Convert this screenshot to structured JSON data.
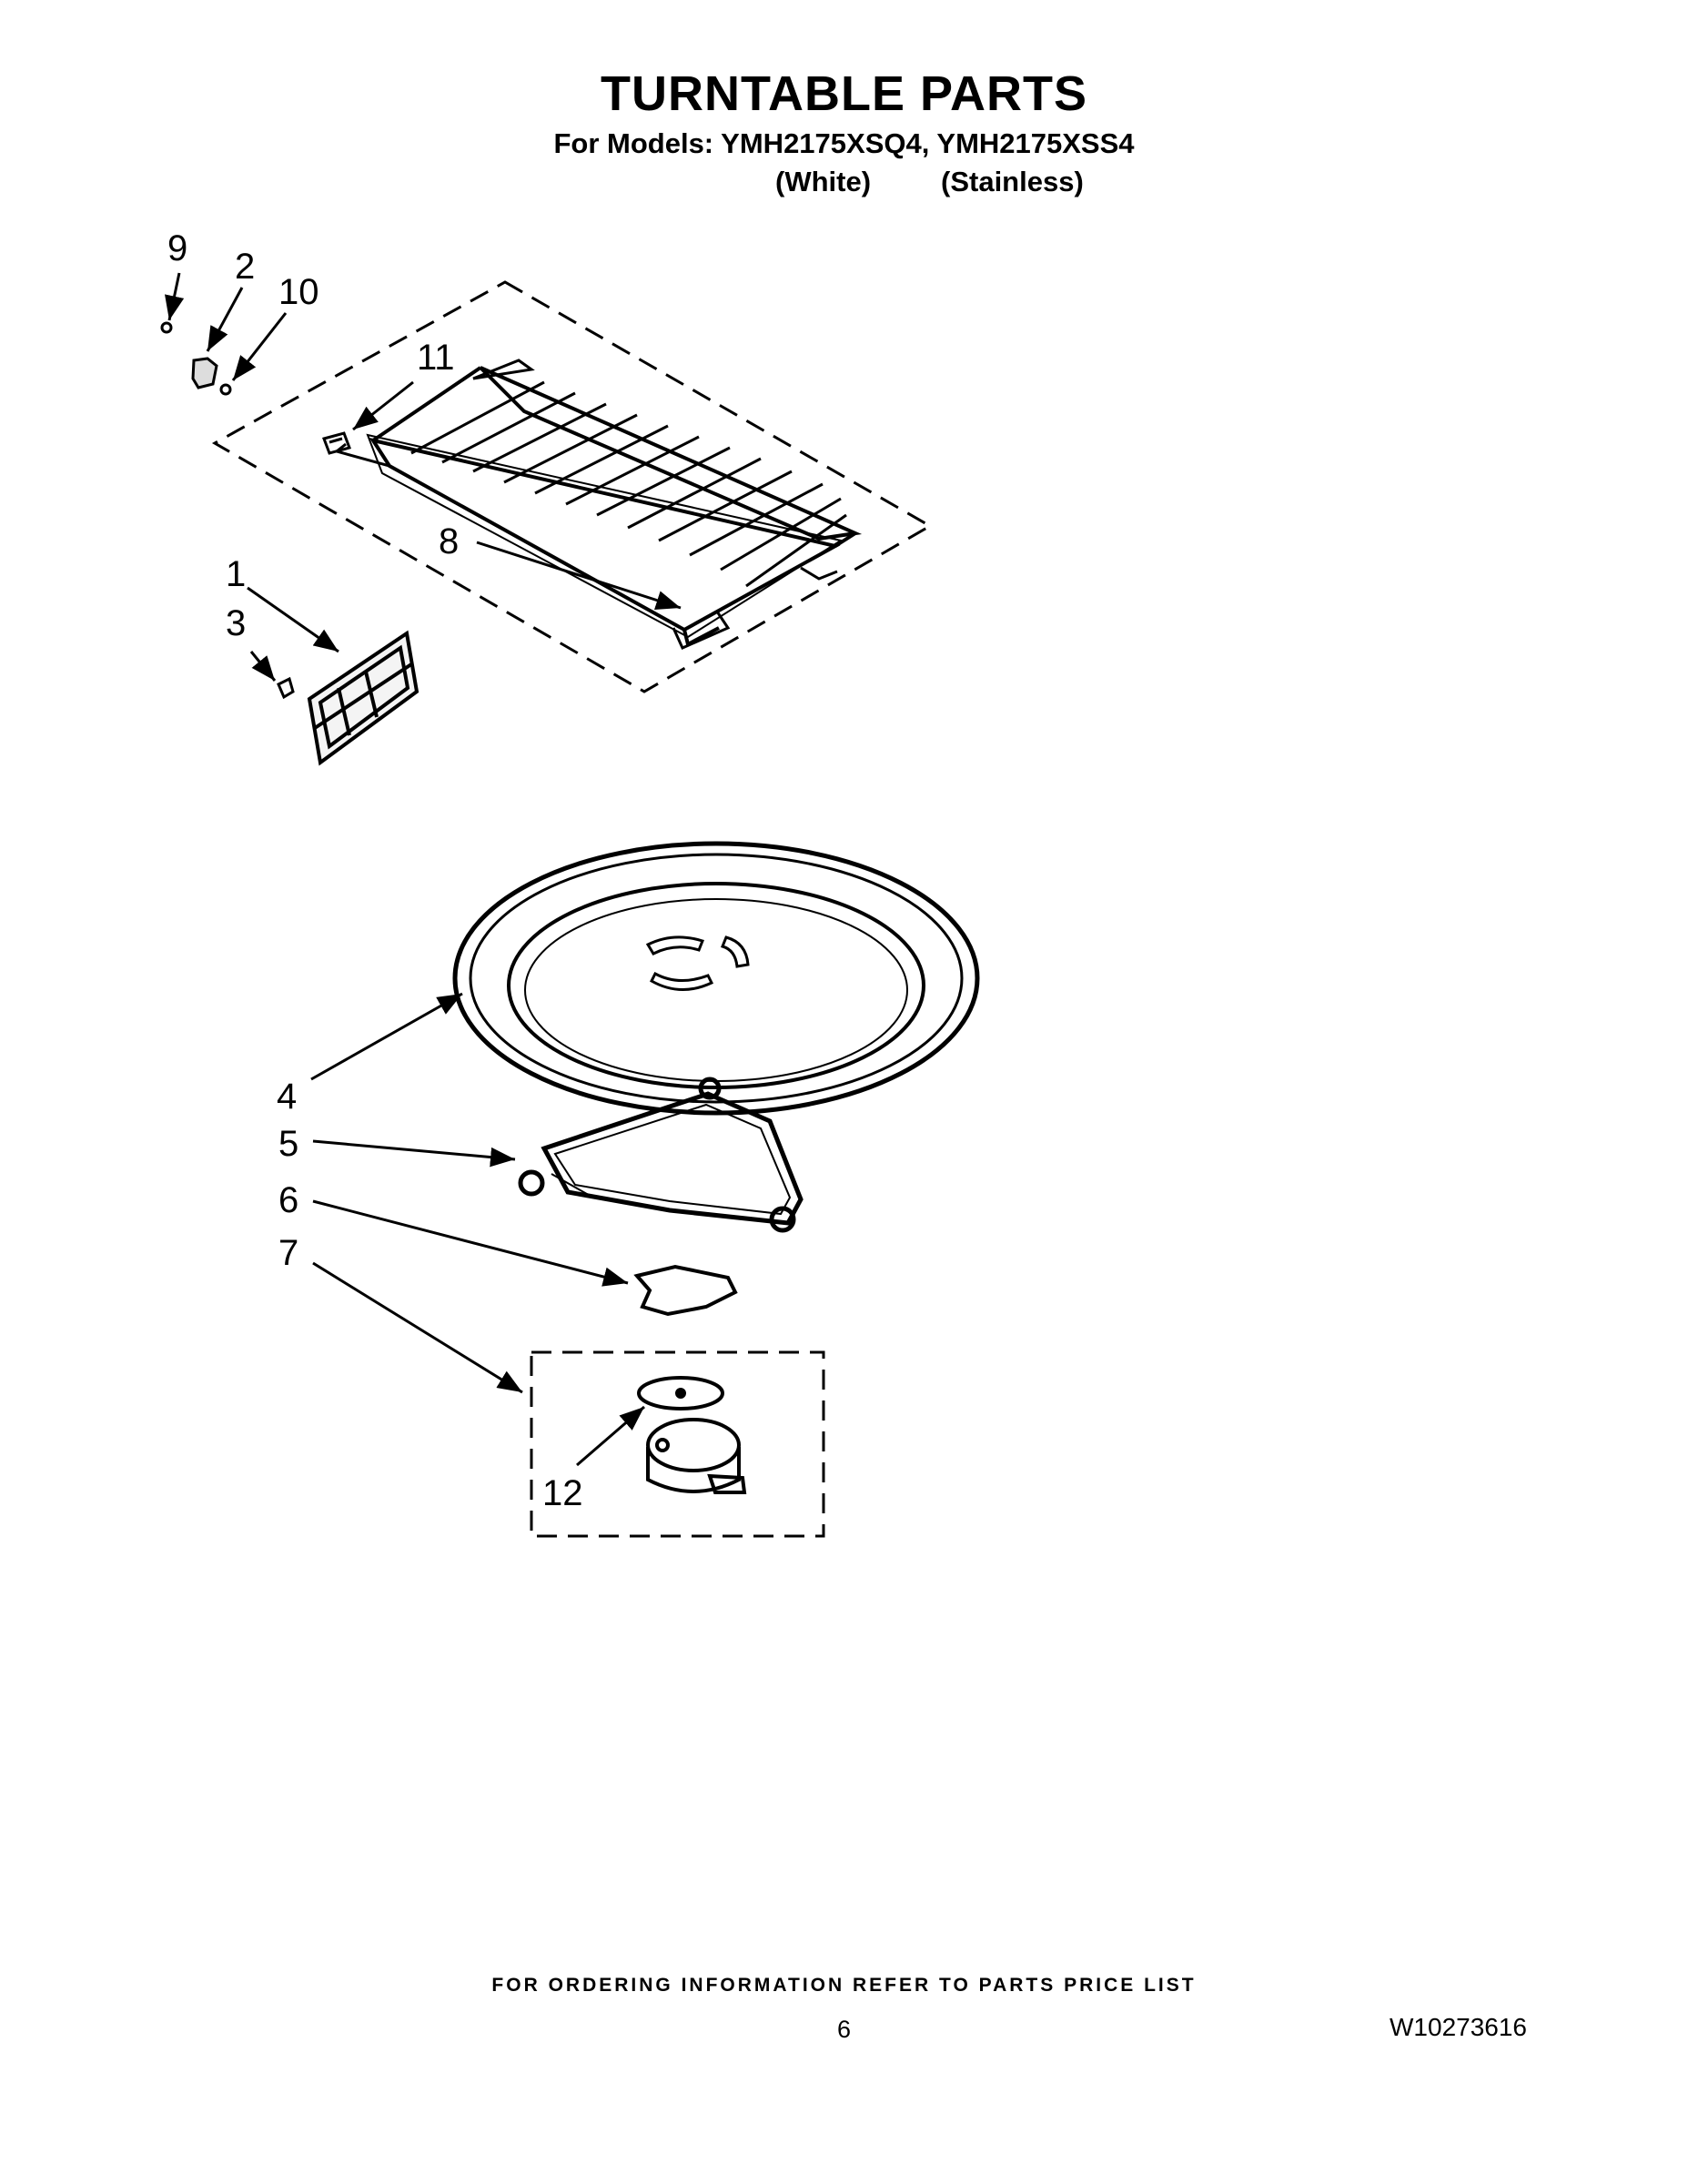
{
  "header": {
    "title": "TURNTABLE PARTS",
    "models_line": "For Models: YMH2175XSQ4, YMH2175XSS4",
    "variant_white": "(White)",
    "variant_stainless": "(Stainless)"
  },
  "callouts": [
    "9",
    "2",
    "10",
    "11",
    "8",
    "1",
    "3",
    "4",
    "5",
    "6",
    "7",
    "12"
  ],
  "footer": {
    "ordering_note": "FOR ORDERING INFORMATION REFER TO PARTS PRICE LIST",
    "page_number": "6",
    "document_number": "W10273616"
  }
}
